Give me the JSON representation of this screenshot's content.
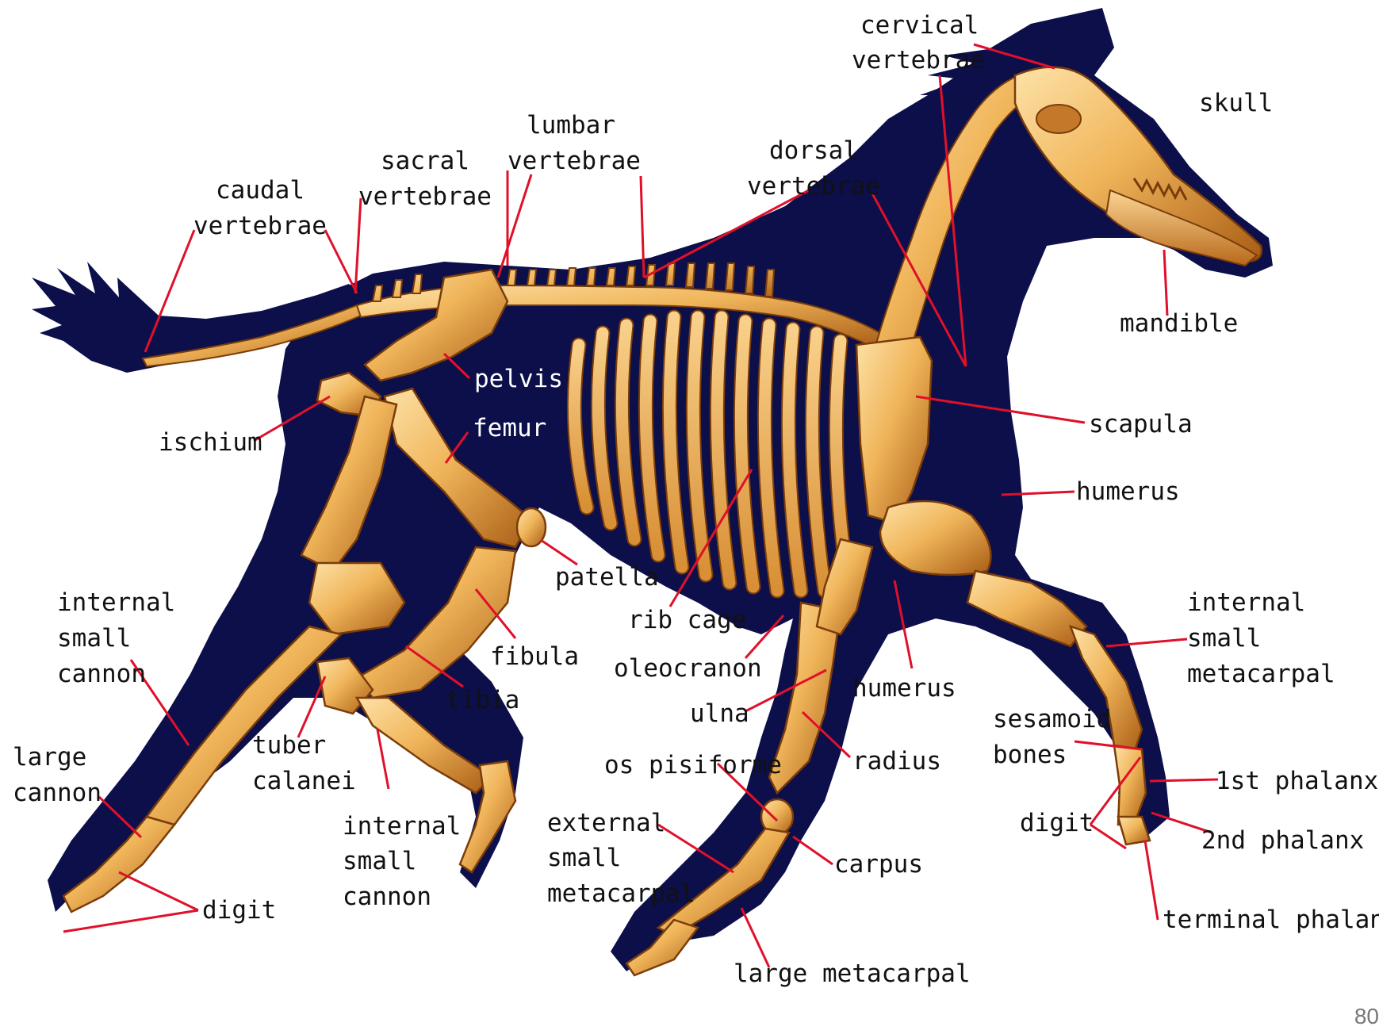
{
  "diagram": {
    "colors": {
      "silhouette": "#0c0f4a",
      "bone": "#f0b55a",
      "bone_shadow": "#9a5410",
      "leader": "#e0102a",
      "label": "#111111",
      "inner_label": "#ffffff",
      "background": "#ffffff"
    },
    "labels": {
      "cervical_1": "cervical",
      "cervical_2": "vertebrae",
      "skull": "skull",
      "lumbar_1": "lumbar",
      "lumbar_2": "vertebrae",
      "dorsal_1": "dorsal",
      "dorsal_2": "vertebrae",
      "sacral_1": "sacral",
      "sacral_2": "vertebrae",
      "caudal_1": "caudal",
      "caudal_2": "vertebrae",
      "mandible": "mandible",
      "pelvis": "pelvis",
      "femur": "femur",
      "ischium": "ischium",
      "scapula": "scapula",
      "humerus_upper": "humerus",
      "patella": "patella",
      "internal_small_cannon_hind_1": "internal",
      "internal_small_cannon_hind_2": "small",
      "internal_small_cannon_hind_3": "cannon",
      "rib_cage": "rib cage",
      "oleocranon": "oleocranon",
      "fibula": "fibula",
      "internal_small_metacarpal_1": "internal",
      "internal_small_metacarpal_2": "small",
      "internal_small_metacarpal_3": "metacarpal",
      "tibia": "tibia",
      "humerus_lower": "humerus",
      "ulna": "ulna",
      "sesamoid_1": "sesamoid",
      "sesamoid_2": "bones",
      "tuber_1": "tuber",
      "tuber_2": "calanei",
      "large_cannon_1": "large",
      "large_cannon_2": "cannon",
      "radius": "radius",
      "os_pisiforme": "os pisiforme",
      "first_phalanx": "1st phalanx",
      "digit_front": "digit",
      "internal_small_cannon_2_1": "internal",
      "internal_small_cannon_2_2": "small",
      "internal_small_cannon_2_3": "cannon",
      "external_small_metacarpal_1": "external",
      "external_small_metacarpal_2": "small",
      "external_small_metacarpal_3": "metacarpal",
      "second_phalanx": "2nd phalanx",
      "carpus": "carpus",
      "digit_hind": "digit",
      "terminal_phalanx": "terminal phalanx",
      "large_metacarpal": "large metacarpal"
    },
    "page_number": "80"
  }
}
